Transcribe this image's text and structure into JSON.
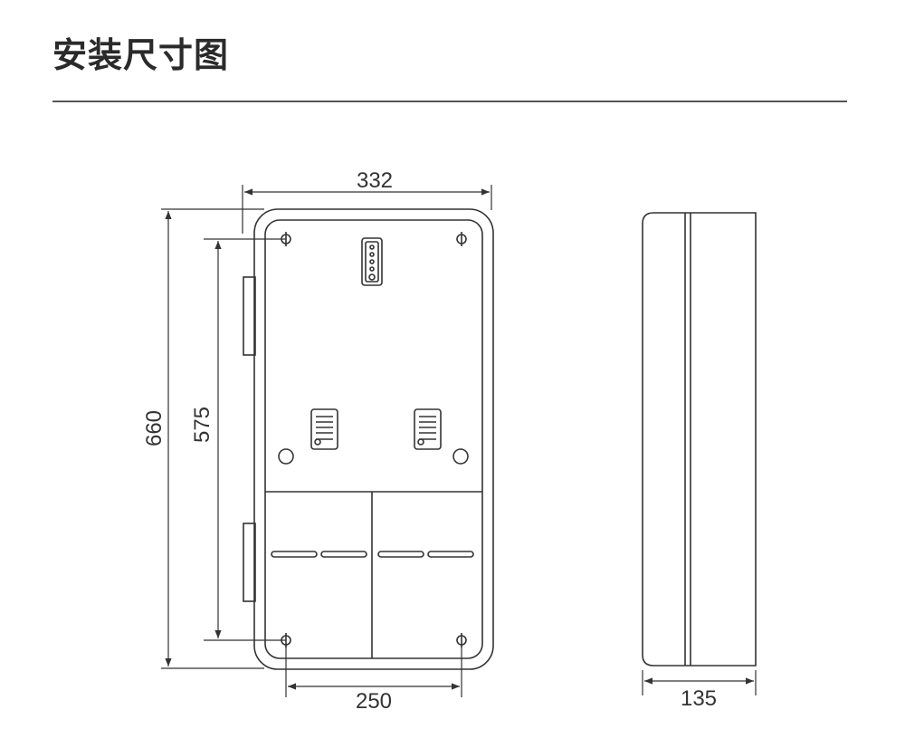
{
  "title": "安装尺寸图",
  "colors": {
    "line": "#333333",
    "title": "#2a2a2a",
    "rule": "#555555"
  },
  "dimensions": {
    "overall_width": "332",
    "overall_height": "660",
    "mount_hole_vertical": "575",
    "mount_hole_horizontal": "250",
    "depth": "135"
  }
}
